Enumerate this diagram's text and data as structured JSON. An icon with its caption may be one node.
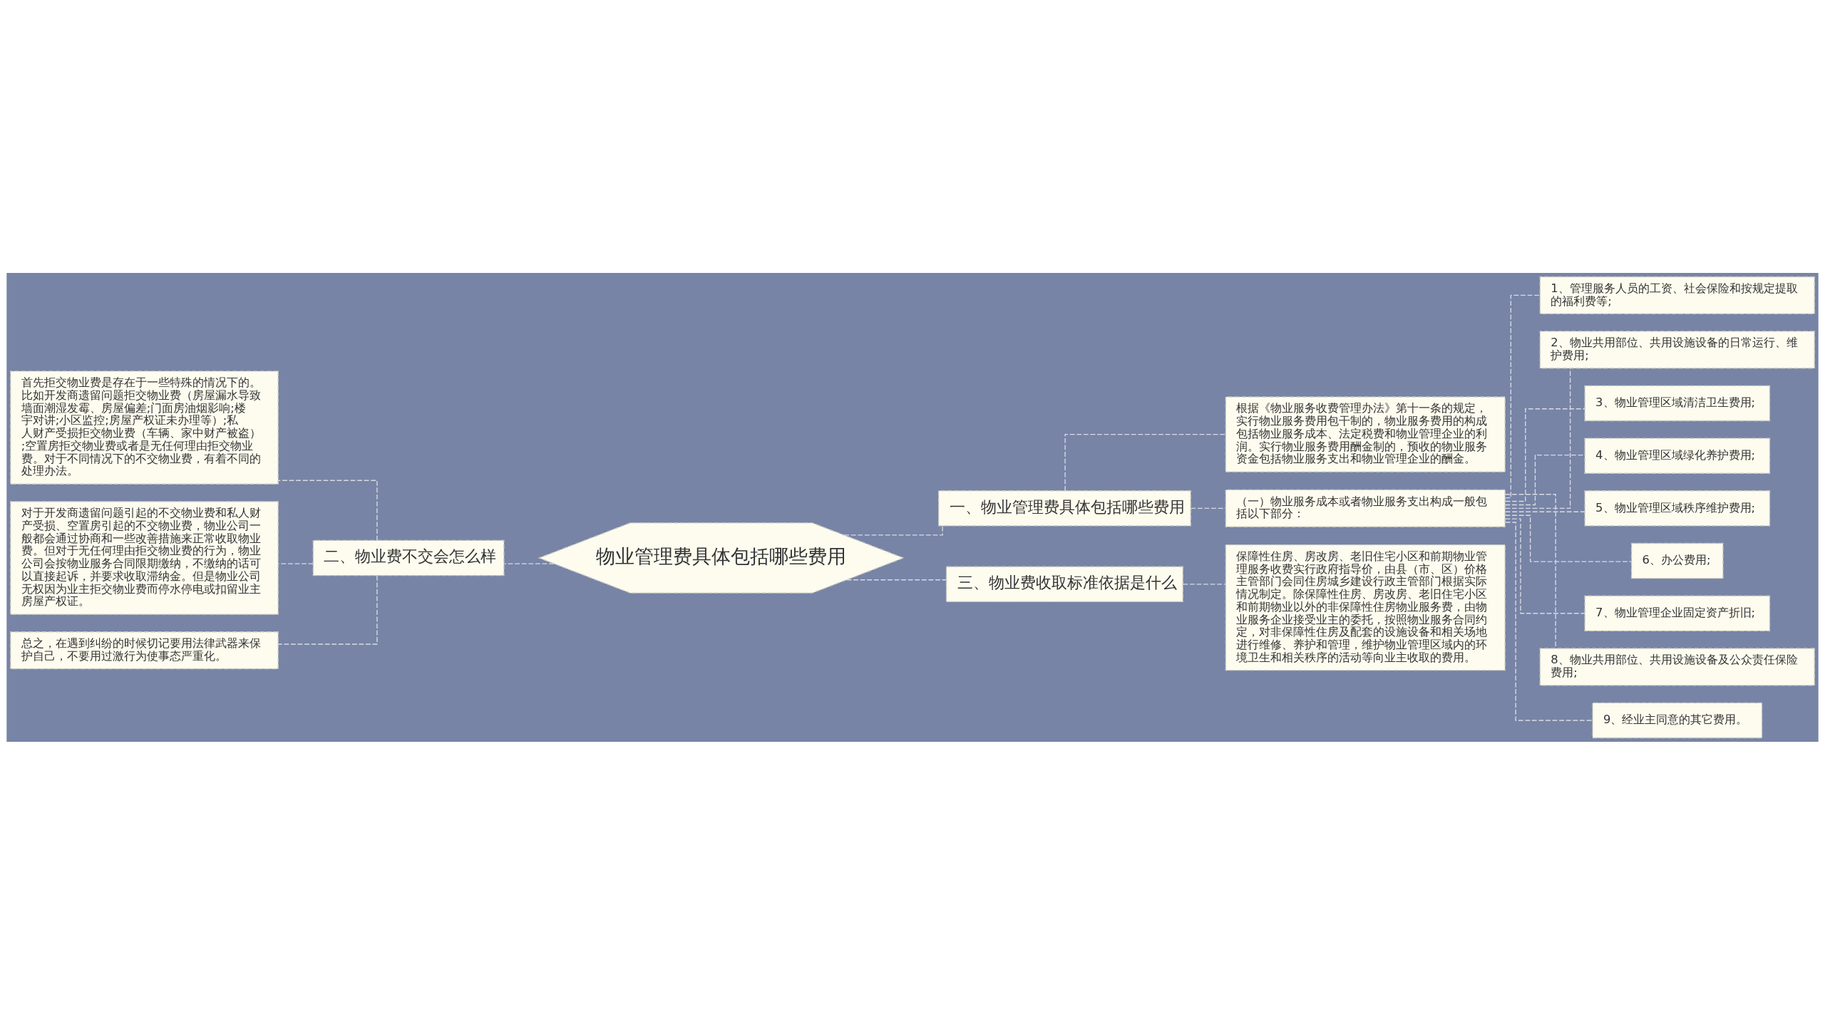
{
  "diagram": {
    "nodes": [
      {
        "text": [
          "物业管理费具体包括哪些费用"
        ]
      },
      {
        "text": [
          "一、物业管理费具体包括哪些费用"
        ]
      },
      {
        "text": [
          "根据《物业服务收费管理办法》第十一条的规定，实行物业服务费用包干制的，物业服务费用的构成包括物业服务成本、法定税费和物业管理企业的利润。实行物业服务费用酬金制的，预收的物业服务资金包括物业服务支出和物业管理企业的酬金。"
        ]
      },
      {
        "text": [
          "（一）物业服务成本或者物业服务支出构成一般包括以下部分："
        ]
      },
      {
        "text": [
          "1、管理服务人员的工资、社会保险和按规定提取的福利费等;"
        ]
      },
      {
        "text": [
          "2、物业共用部位、共用设施设备的日常运行、维护费用;"
        ]
      },
      {
        "text": [
          "3、物业管理区域清洁卫生费用;"
        ]
      },
      {
        "text": [
          "4、物业管理区域绿化养护费用;"
        ]
      },
      {
        "text": [
          "5、物业管理区域秩序维护费用;"
        ]
      },
      {
        "text": [
          "6、办公费用;"
        ]
      },
      {
        "text": [
          "7、物业管理企业固定资产折旧;"
        ]
      },
      {
        "text": [
          "8、物业共用部位、共用设施设备及公众责任保险费用;"
        ]
      },
      {
        "text": [
          "9、经业主同意的其它费用。"
        ]
      },
      {
        "text": [
          "三、物业费收取标准依据是什么"
        ]
      },
      {
        "text": [
          "保障性住房、房改房、老旧住宅小区和前期物业管理服务收费实行政府指导价，由县（市、区）价格主管部门会同住房城乡建设行政主管部门根据实际情况制定。除保障性住房、房改房、老旧住宅小区和前期物业以外的非保障性住房物业服务费，由物业服务企业接受业主的委托，按照物业服务合同约定，对非保障性住房及配套的设施设备和相关场地进行维修、养护和管理，维护物业管理区域内的环境卫生和相关秩序的活动等向业主收取的费用。"
        ]
      },
      {
        "text": [
          "二、物业费不交会怎么样"
        ]
      },
      {
        "text": [
          "首先拒交物业费是存在于一些特殊的情况下的。比如开发商遗留问题拒交物业费（房屋漏水导致墙面潮湿发霉、房屋偏差;门面房油烟影响;楼宇对讲;小区监控;房屋产权证未办理等）;私人财产受损拒交物业费（车辆、家中财产被盗）;空置房拒交物业费或者是无任何理由拒交物业费。对于不同情况下的不交物业费，有着不同的处理办法。"
        ]
      },
      {
        "text": [
          "对于开发商遗留问题引起的不交物业费和私人财产受损、空置房引起的不交物业费，物业公司一般都会通过协商和一些改善措施来正常收取物业费。但对于无任何理由拒交物业费的行为，物业公司会按物业服务合同限期缴纳，不缴纳的话可以直接起诉，并要求收取滞纳金。但是物业公司无权因为业主拒交物业费而停水停电或扣留业主房屋产权证。"
        ]
      },
      {
        "text": [
          "总之，在遇到纠纷的时候切记要用法律武器来保护自己，不要用过激行为使事态严重化。"
        ]
      }
    ],
    "edges": [
      {
        "from": 0,
        "to": 1,
        "arrow": "none",
        "style": "dashed"
      },
      {
        "from": 1,
        "to": 2,
        "arrow": "none",
        "style": "dashed"
      },
      {
        "from": 1,
        "to": 3,
        "arrow": "none",
        "style": "dashed"
      },
      {
        "from": 3,
        "to": 4,
        "arrow": "none",
        "style": "dashed"
      },
      {
        "from": 3,
        "to": 5,
        "arrow": "none",
        "style": "dashed"
      },
      {
        "from": 3,
        "to": 6,
        "arrow": "none",
        "style": "dashed"
      },
      {
        "from": 3,
        "to": 7,
        "arrow": "none",
        "style": "dashed"
      },
      {
        "from": 3,
        "to": 8,
        "arrow": "none",
        "style": "dashed"
      },
      {
        "from": 3,
        "to": 9,
        "arrow": "none",
        "style": "dashed"
      },
      {
        "from": 3,
        "to": 10,
        "arrow": "none",
        "style": "dashed"
      },
      {
        "from": 3,
        "to": 11,
        "arrow": "none",
        "style": "dashed"
      },
      {
        "from": 3,
        "to": 12,
        "arrow": "none",
        "style": "dashed"
      },
      {
        "from": 0,
        "to": 13,
        "arrow": "none",
        "style": "dashed"
      },
      {
        "from": 13,
        "to": 14,
        "arrow": "none",
        "style": "dashed"
      },
      {
        "from": 0,
        "to": 15,
        "arrow": "none",
        "style": "dashed"
      },
      {
        "from": 15,
        "to": 16,
        "arrow": "none",
        "style": "dashed"
      },
      {
        "from": 15,
        "to": 17,
        "arrow": "none",
        "style": "dashed"
      },
      {
        "from": 15,
        "to": 18,
        "arrow": "none",
        "style": "dashed"
      }
    ]
  }
}
